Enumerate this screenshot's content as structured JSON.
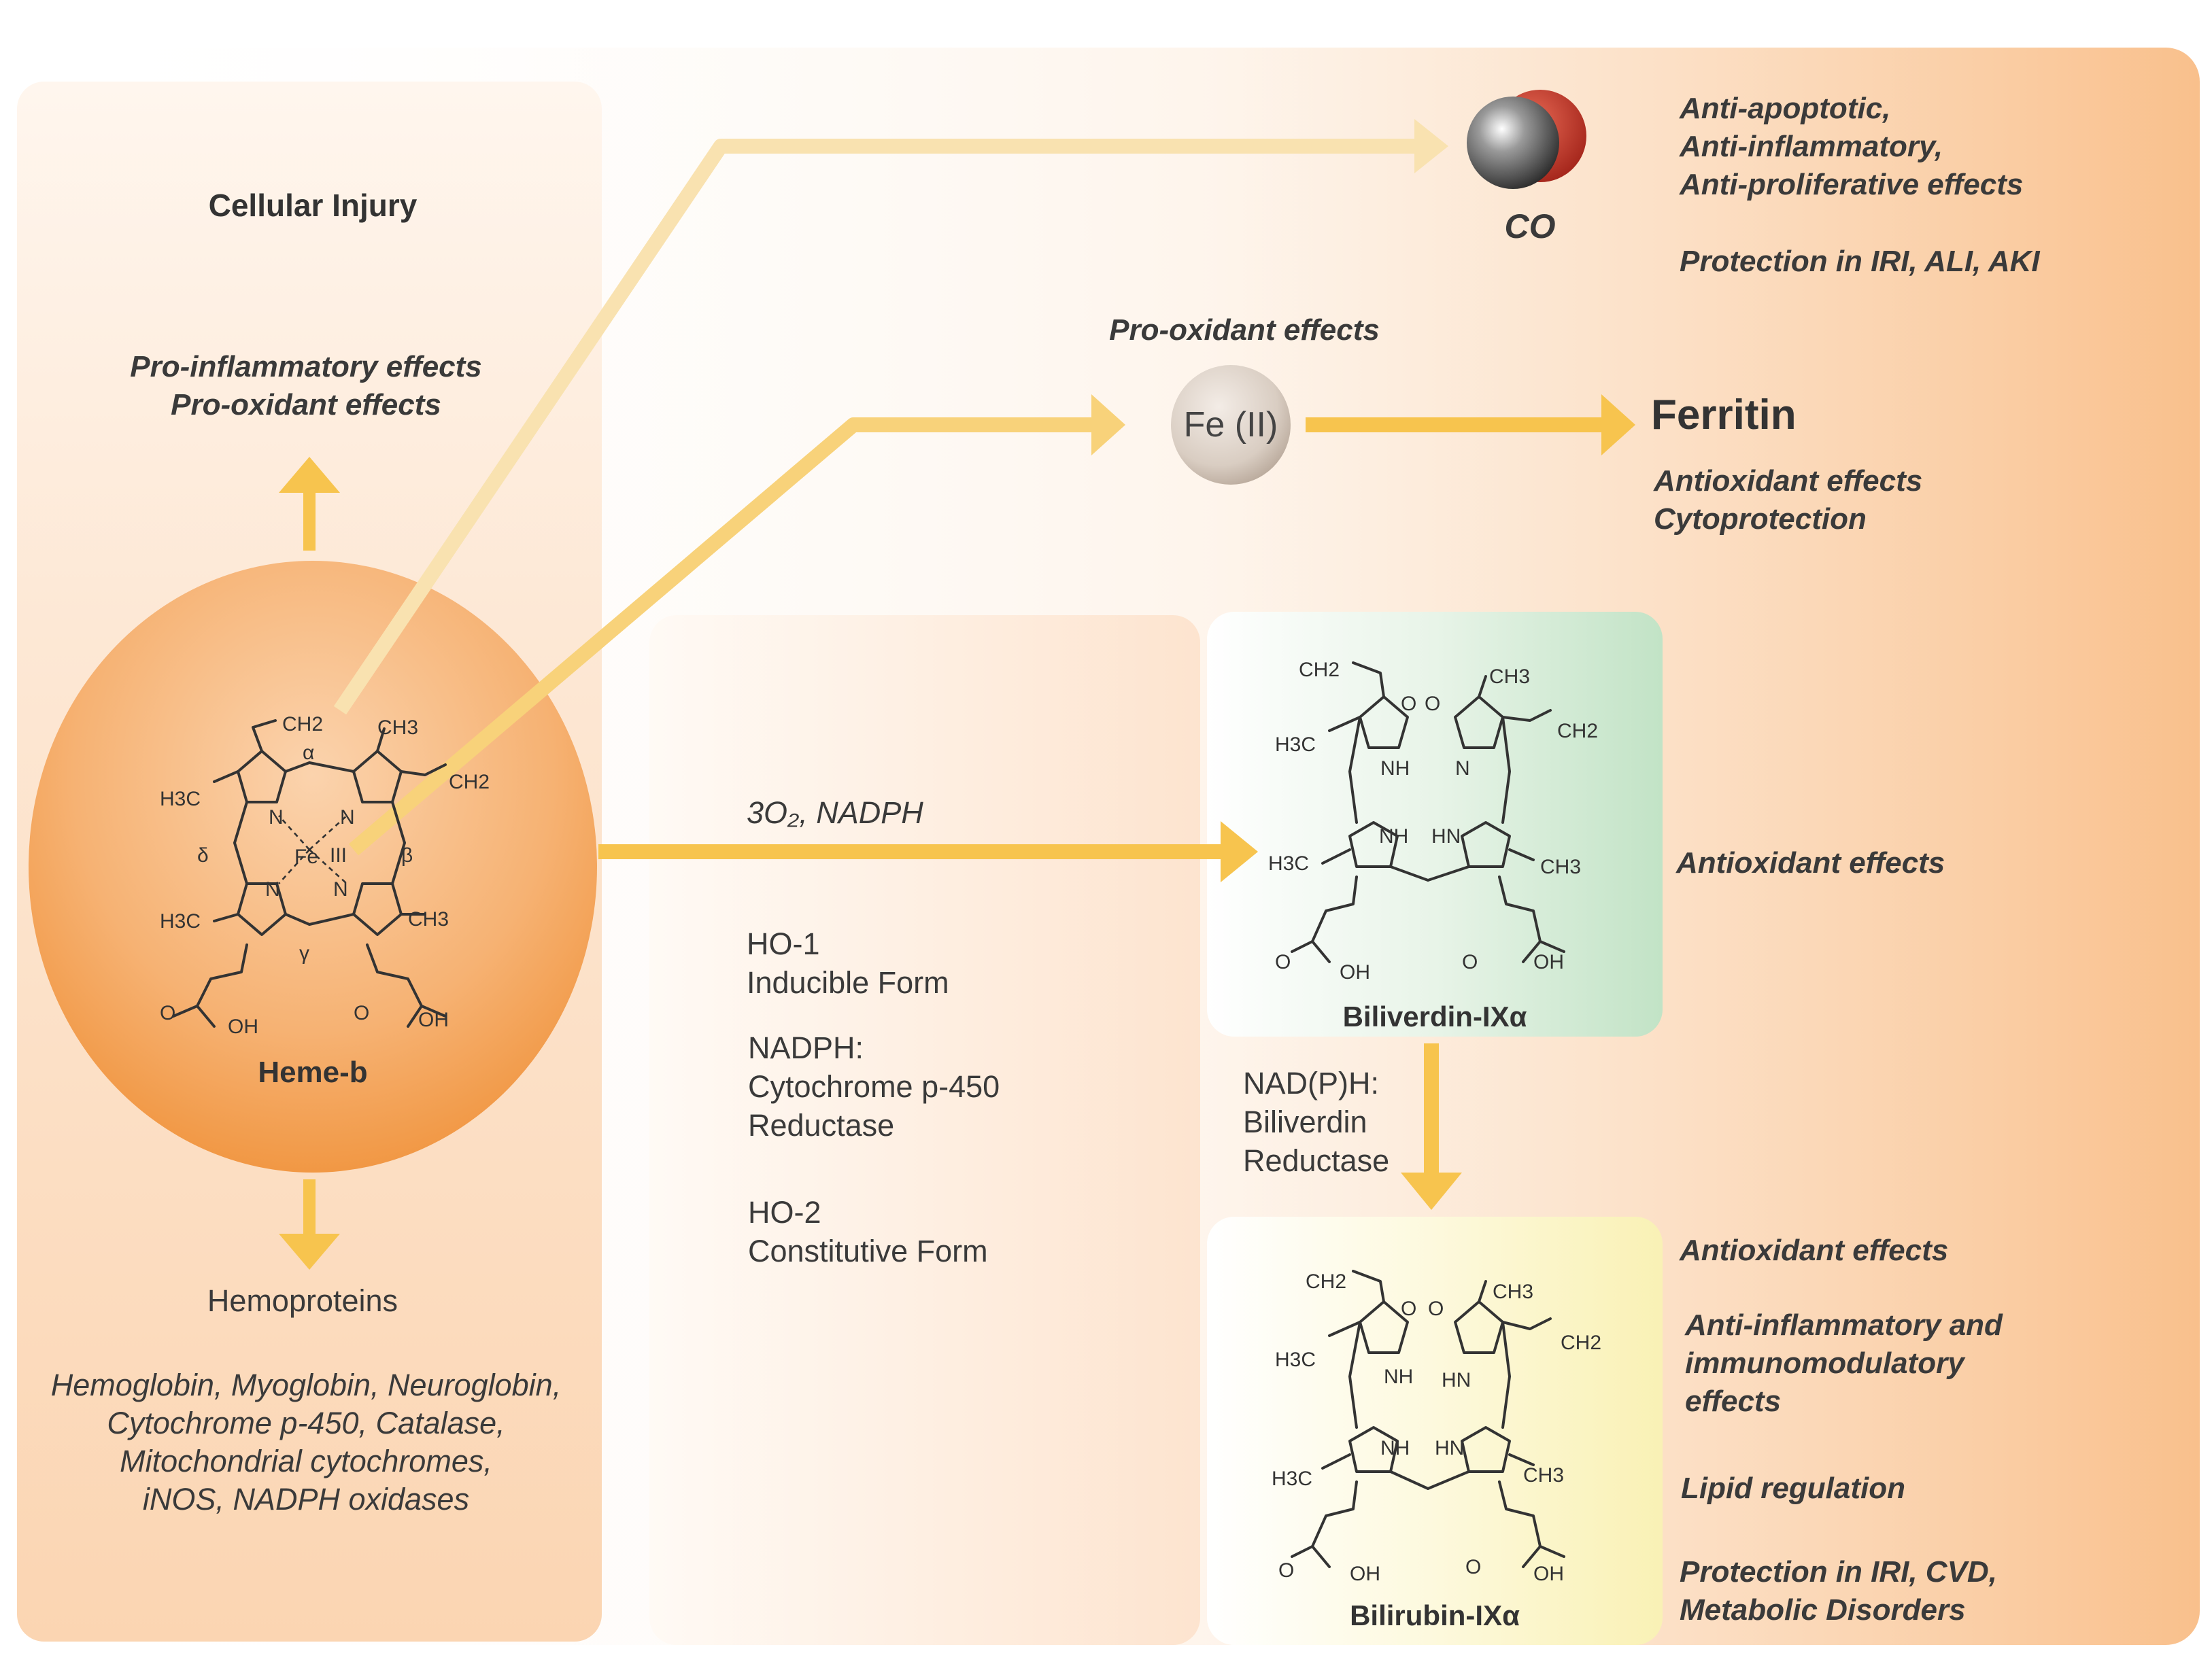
{
  "heme_panel": {
    "cellular_injury": "Cellular Injury",
    "pro_effects": "Pro-inflammatory effects\nPro-oxidant effects",
    "molecule_label": "Heme-b",
    "hemoproteins_title": "Hemoproteins",
    "hemoproteins_list": "Hemoglobin, Myoglobin, Neuroglobin,\nCytochrome p-450, Catalase,\nMitochondrial cytochromes,\niNOS, NADPH oxidases"
  },
  "heme_atoms": {
    "ch2_top": "CH2",
    "ch3_top": "CH3",
    "ch2_right": "CH2",
    "h3c_left_top": "H3C",
    "h3c_left_bottom": "H3C",
    "ch3_right": "CH3",
    "alpha": "α",
    "beta": "β",
    "gamma": "γ",
    "delta": "δ",
    "fe": "Fe",
    "fe_ox": "III",
    "n1": "N",
    "n2": "N",
    "n3": "N",
    "n4": "N",
    "o1": "O",
    "oh1": "OH",
    "o2": "O",
    "oh2": "OH"
  },
  "enzyme_panel": {
    "reaction": "3O₂, NADPH",
    "ho1": "HO-1\nInducible Form",
    "nadph": "NADPH:\nCytochrome p-450\nReductase",
    "ho2": "HO-2\nConstitutive Form"
  },
  "co": {
    "label": "CO",
    "effects": "Anti-apoptotic,\nAnti-inflammatory,\nAnti-proliferative effects",
    "protection": "Protection in IRI, ALI, AKI"
  },
  "iron": {
    "pro_oxidant": "Pro-oxidant effects",
    "label": "Fe (II)",
    "ferritin": "Ferritin",
    "ferritin_effects": "Antioxidant effects\nCytoprotection"
  },
  "biliverdin": {
    "label": "Biliverdin-IXα",
    "effects": "Antioxidant effects",
    "reductase": "NAD(P)H:\nBiliverdin\nReductase",
    "atoms": {
      "ch2_top": "CH2",
      "ch3_top": "CH3",
      "ch2_right": "CH2",
      "h3c_a": "H3C",
      "h3c_b": "H3C",
      "ch3_b": "CH3",
      "o_a": "O",
      "o_b": "O",
      "nh_a": "NH",
      "n_b": "N",
      "nh_c": "NH",
      "hn_d": "HN",
      "o_c": "O",
      "oh_c": "OH",
      "o_d": "O",
      "oh_d": "OH"
    }
  },
  "bilirubin": {
    "label": "Bilirubin-IXα",
    "effects": {
      "antioxidant": "Antioxidant effects",
      "anti_inflammatory": "Anti-inflammatory and\nimmunomodulatory\neffects",
      "lipid": "Lipid regulation",
      "protection": "Protection in IRI, CVD,\nMetabolic Disorders"
    },
    "atoms": {
      "ch2_top": "CH2",
      "ch3_top": "CH3",
      "ch2_right": "CH2",
      "h3c_a": "H3C",
      "h3c_b": "H3C",
      "ch3_b": "CH3",
      "o_a": "O",
      "o_b": "O",
      "nh_a": "NH",
      "hn_b": "HN",
      "nh_c": "NH",
      "hn_d": "HN",
      "o_c": "O",
      "oh_c": "OH",
      "o_d": "O",
      "oh_d": "OH"
    }
  },
  "colors": {
    "arrow": "#f7c44e",
    "arrow_light": "#f9dd9e",
    "heme_orange": "#f0953a",
    "panel_peach": "#fbdcc0",
    "biliverdin_green": "#cfe8d2",
    "bilirubin_yellow": "#fbf5c5",
    "co_carbon": "#555555",
    "co_oxygen": "#c0392b"
  }
}
